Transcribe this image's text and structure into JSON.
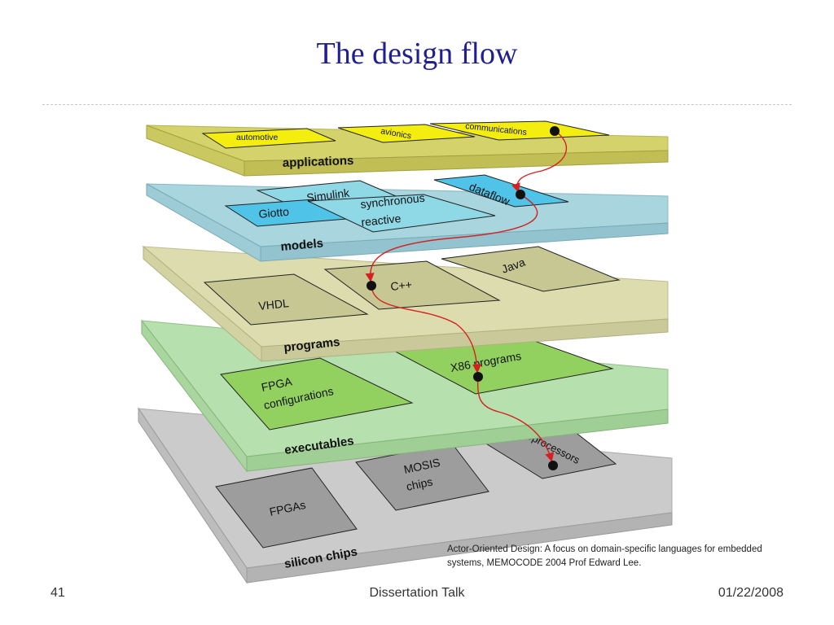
{
  "title": "The design flow",
  "layers": [
    {
      "label": "applications",
      "color": "#d4d26a",
      "items": [
        "automotive",
        "avionics",
        "communications"
      ]
    },
    {
      "label": "models",
      "color": "#a9d5df",
      "items": [
        "Simulink",
        "Giotto",
        "synchronous",
        "reactive",
        "dataflow"
      ]
    },
    {
      "label": "programs",
      "color": "#dcdcae",
      "items": [
        "VHDL",
        "C++",
        "Java"
      ]
    },
    {
      "label": "executables",
      "color": "#b6e0ad",
      "items": [
        "FPGA",
        "configurations",
        "X86 programs"
      ]
    },
    {
      "label": "silicon chips",
      "color": "#cbcbcb",
      "items": [
        "FPGAs",
        "MOSIS",
        "chips",
        "microprocessors"
      ]
    }
  ],
  "flow_color": "#d62020",
  "citation": "Actor-Oriented Design: A focus on domain-specific languages for embedded systems, MEMOCODE 2004 Prof Edward Lee.",
  "footer": {
    "page": "41",
    "center": "Dissertation Talk",
    "date": "01/22/2008"
  }
}
